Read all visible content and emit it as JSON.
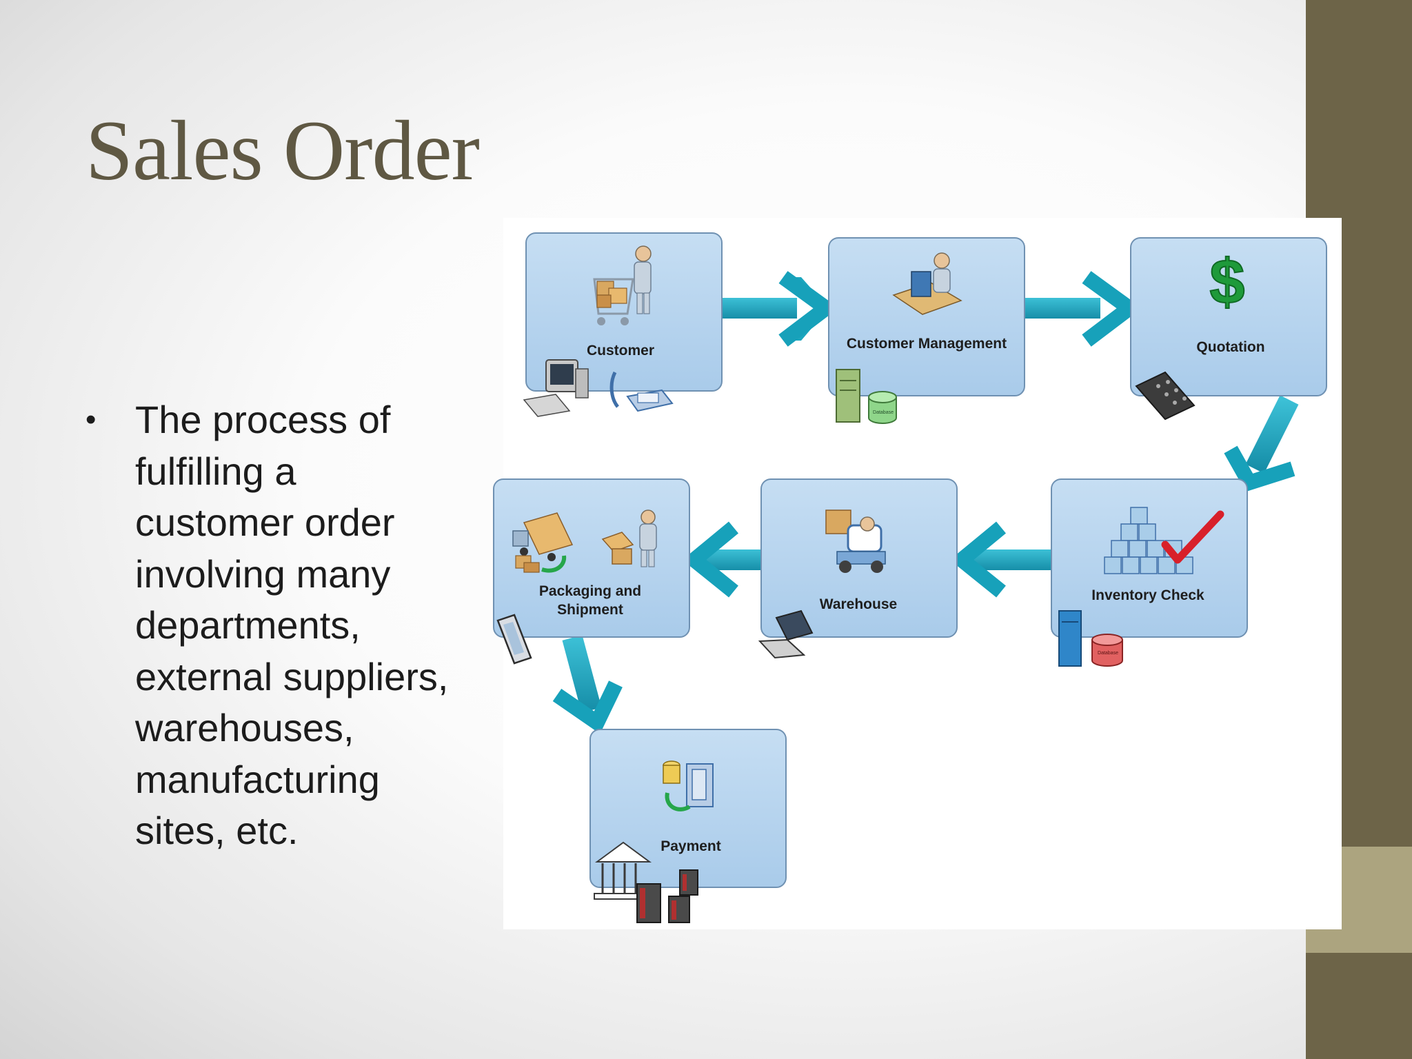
{
  "slide": {
    "title": "Sales Order",
    "bullets": [
      "The process of fulfilling a customer order involving many departments, external suppliers, warehouses, manufacturing sites, etc."
    ],
    "bullet_lines": [
      "The process of",
      "fulfilling a",
      "customer order",
      "involving many",
      "departments,",
      "external suppliers,",
      "warehouses,",
      "manufacturing",
      "sites, etc."
    ]
  },
  "diagram": {
    "steps": {
      "customer": "Customer",
      "customer_management": "Customer Management",
      "quotation": "Quotation",
      "inventory_check": "Inventory Check",
      "warehouse": "Warehouse",
      "packaging_line1": "Packaging and",
      "packaging_line2": "Shipment",
      "payment": "Payment"
    },
    "icon_labels": {
      "database": "Database",
      "currency": "$"
    }
  },
  "colors": {
    "title": "#5f5843",
    "band_dark": "#6d6448",
    "band_light": "#aca47f",
    "box_fill": "#b9d6ef",
    "box_stroke": "#6f91b2",
    "arrow": "#1c9fb8"
  }
}
